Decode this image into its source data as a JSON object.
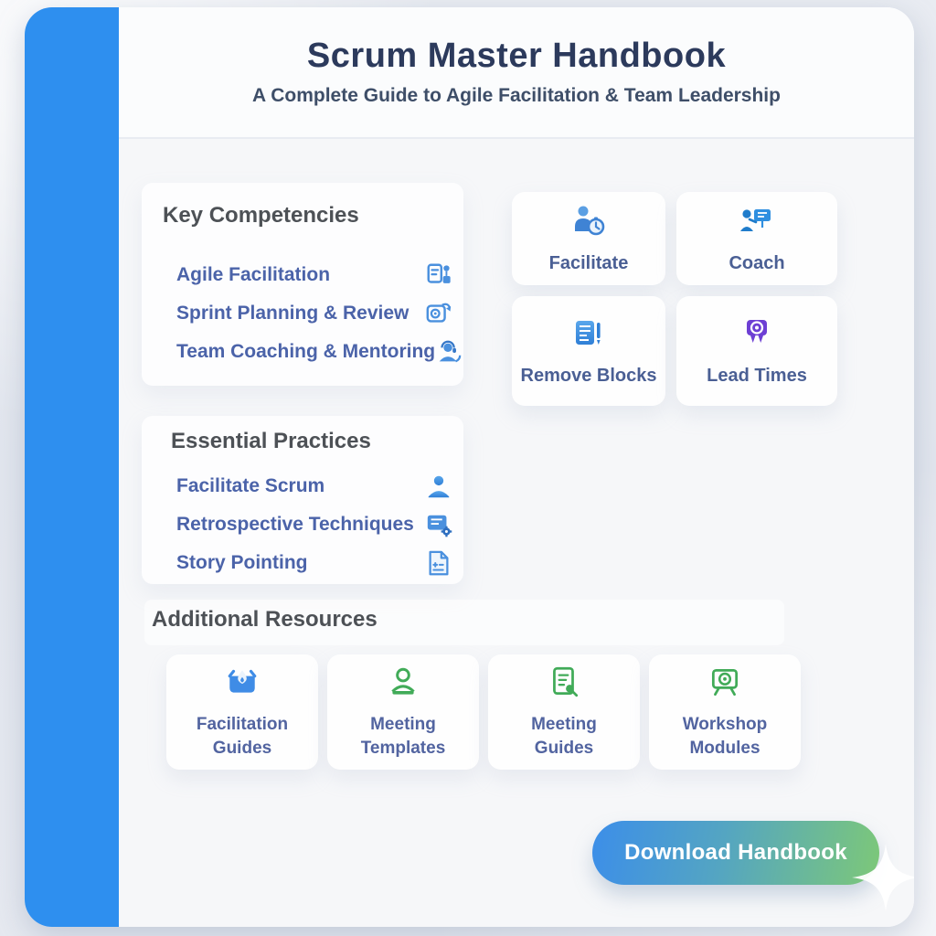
{
  "page": {
    "title": "Scrum Master Handbook",
    "subtitle": "A Complete Guide to Agile Facilitation & Team Leadership"
  },
  "key_competencies": {
    "heading": "Key Competencies",
    "items": [
      {
        "label": "Agile Facilitation",
        "icon": "workflow-board-icon"
      },
      {
        "label": "Sprint Planning & Review",
        "icon": "calendar-refresh-icon"
      },
      {
        "label": "Team Coaching & Mentoring",
        "icon": "person-headset-icon"
      }
    ]
  },
  "skill_cards": [
    {
      "label": "Facilitate",
      "icon": "person-clock-icon",
      "accent": "#3f83d4"
    },
    {
      "label": "Coach",
      "icon": "presenter-board-icon",
      "accent": "#2f8fe0"
    },
    {
      "label": "Remove Blocks",
      "icon": "notepad-pencil-icon",
      "accent": "#3f83d4"
    },
    {
      "label": "Lead Times",
      "icon": "award-badge-icon",
      "accent": "#6d3fd4"
    }
  ],
  "essential_practices": {
    "heading": "Essential Practices",
    "items": [
      {
        "label": "Facilitate Scrum",
        "icon": "person-icon"
      },
      {
        "label": "Retrospective Techniques",
        "icon": "document-gear-icon"
      },
      {
        "label": "Story Pointing",
        "icon": "story-card-icon"
      }
    ]
  },
  "additional_resources": {
    "heading": "Additional Resources",
    "cards": [
      {
        "label": "Facilitation Guides",
        "icon": "hand-droplet-icon",
        "accent": "#3f8ce6"
      },
      {
        "label": "Meeting Templates",
        "icon": "person-outline-icon",
        "accent": "#41ab58"
      },
      {
        "label": "Meeting Guides",
        "icon": "checklist-doc-icon",
        "accent": "#41ab58"
      },
      {
        "label": "Workshop Modules",
        "icon": "projector-screen-icon",
        "accent": "#41ab58"
      }
    ]
  },
  "footer": {
    "download_label": "Download Handbook"
  },
  "colors": {
    "sidebar_blue": "#2e8fef",
    "title_navy": "#2c3a5c",
    "link_blue": "#4b63a9",
    "heading_gray": "#4d5156",
    "card_label_blue": "#4a5f94",
    "icon_blue": "#4a90de",
    "icon_green": "#41ab58",
    "icon_purple": "#6d3fd4",
    "button_gradient_start": "#3c8ee9",
    "button_gradient_end": "#7dc878"
  }
}
